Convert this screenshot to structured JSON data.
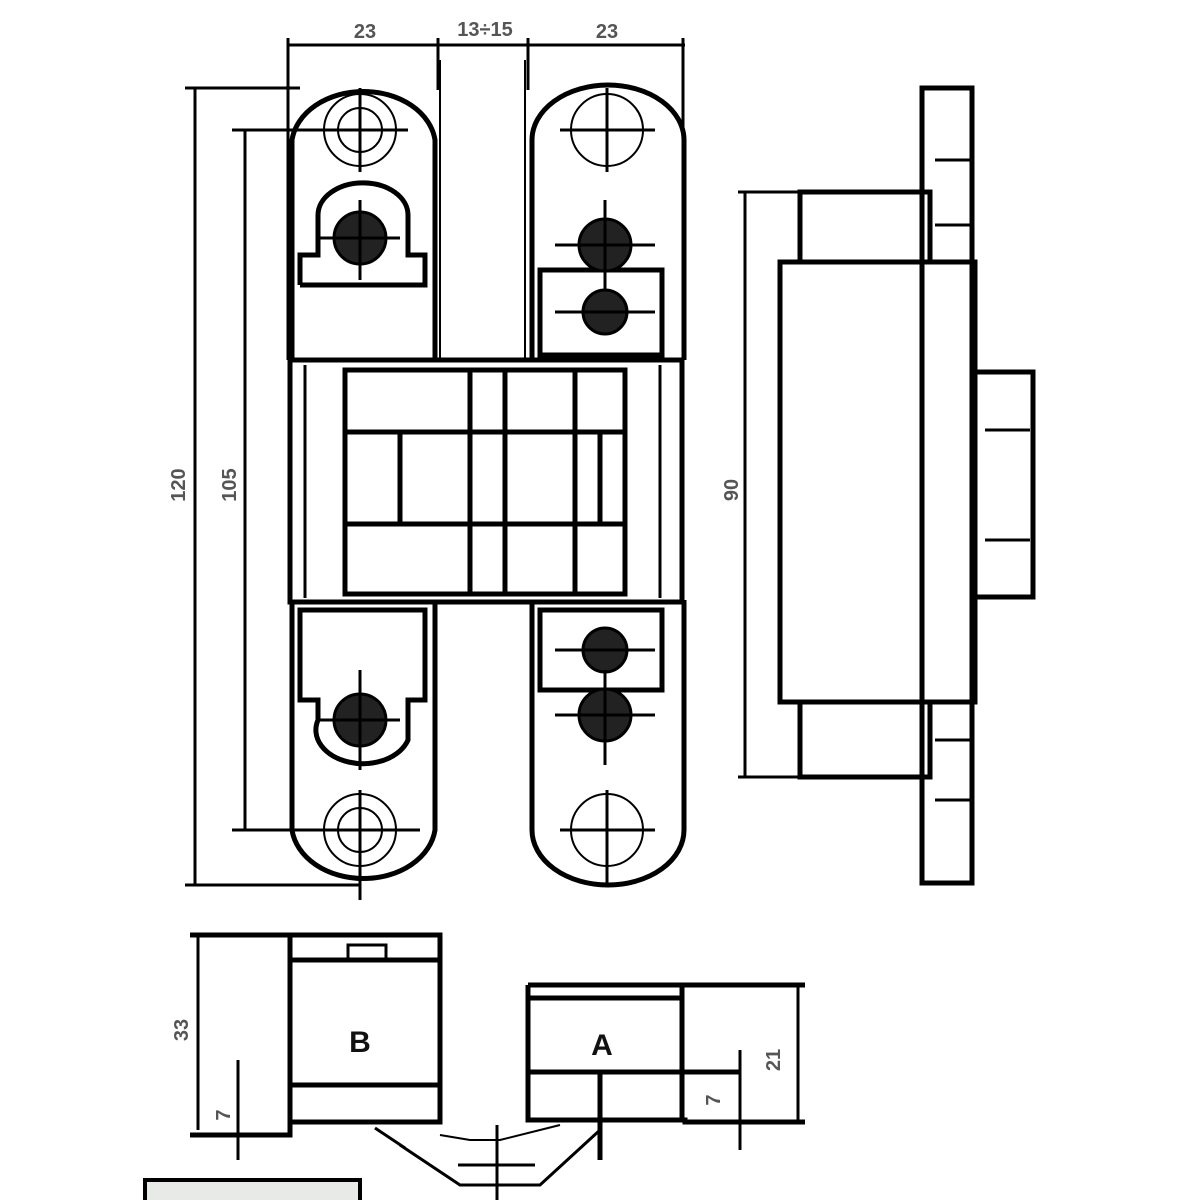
{
  "drawing": {
    "top_dimensions": [
      "23",
      "13÷15",
      "23"
    ],
    "height_overall": "120",
    "height_screws": "105",
    "side_height": "90",
    "bottom_left_height": "33",
    "bottom_left_offset": "7",
    "bottom_right_height": "21",
    "bottom_right_offset": "7",
    "part_b_label": "B",
    "part_a_label": "A"
  }
}
